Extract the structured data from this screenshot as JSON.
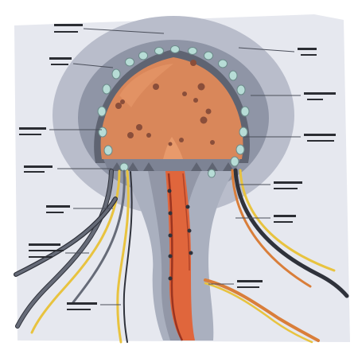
{
  "diagram": {
    "colors": {
      "page": "#ffffff",
      "panel": "#e6e8ef",
      "halo_outer": "#b9bdcb",
      "halo_inner": "#8f95a6",
      "rim": "#5f6472",
      "bead": "#b7dcd6",
      "bead_edge": "#6c8b8a",
      "mass": "#d9875a",
      "mass_light": "#e89a6b",
      "spot": "#8a4e3a",
      "stalk": "#aab0bf",
      "stalk_dark": "#7d8394",
      "canal": "#e0663c",
      "canal_dark": "#9b3420",
      "wire_yellow": "#e8c33f",
      "wire_orange": "#d97e3a",
      "wire_gray": "#666b78",
      "wire_dark": "#2f323b",
      "label_ink": "#2b2d33"
    },
    "labels": [
      {
        "id": "label-top-left-1",
        "text": ""
      },
      {
        "id": "label-top-left-2",
        "text": ""
      },
      {
        "id": "label-left-1",
        "text": ""
      },
      {
        "id": "label-left-2",
        "text": ""
      },
      {
        "id": "label-left-3",
        "text": ""
      },
      {
        "id": "label-left-4",
        "text": ""
      },
      {
        "id": "label-bottom-left",
        "text": ""
      },
      {
        "id": "label-top-right",
        "text": ""
      },
      {
        "id": "label-right-1",
        "text": ""
      },
      {
        "id": "label-right-2",
        "text": ""
      },
      {
        "id": "label-right-3",
        "text": ""
      },
      {
        "id": "label-right-4",
        "text": ""
      },
      {
        "id": "label-bottom-right",
        "text": ""
      }
    ]
  }
}
